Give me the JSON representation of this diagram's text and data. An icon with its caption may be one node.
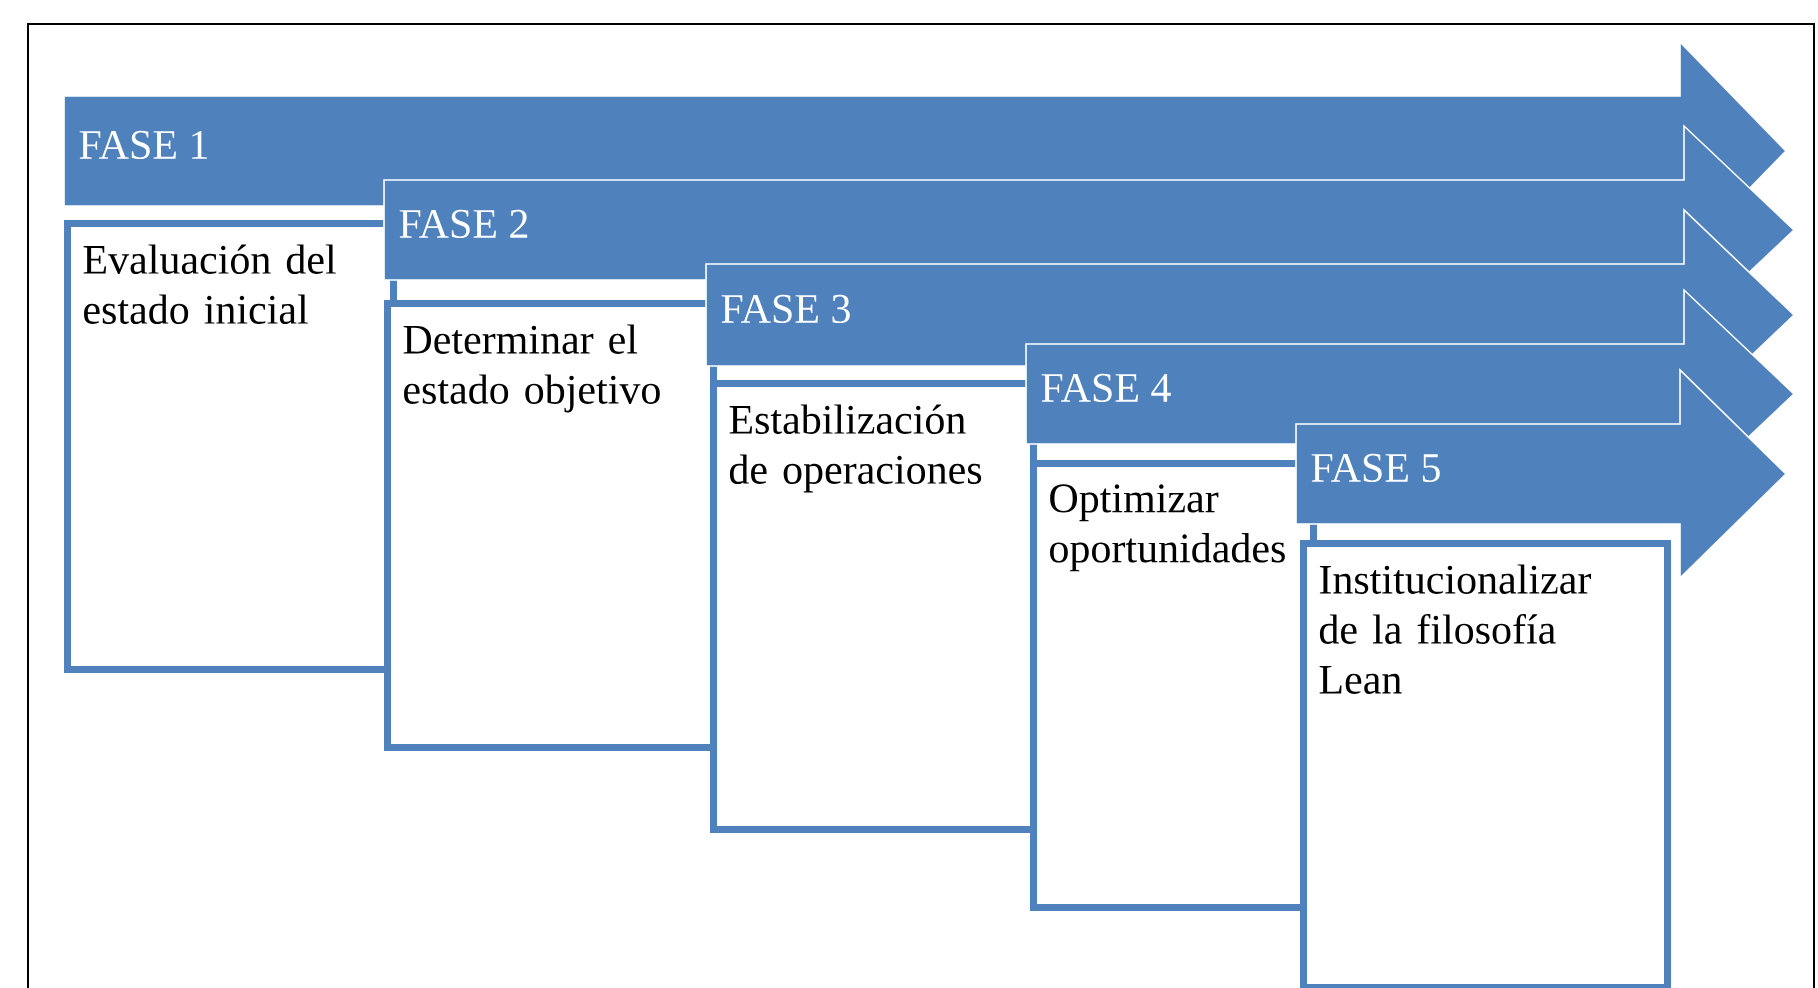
{
  "diagram": {
    "nodes": [
      {
        "text": [
          "FASE 1"
        ]
      },
      {
        "text": [
          "Evaluación del estado inicial"
        ]
      },
      {
        "text": [
          "FASE 2"
        ]
      },
      {
        "text": [
          "Determinar el estado objetivo"
        ]
      },
      {
        "text": [
          "FASE 3"
        ]
      },
      {
        "text": [
          "Estabilización de operaciones"
        ]
      },
      {
        "text": [
          "FASE 4"
        ]
      },
      {
        "text": [
          "Optimizar oportunidades"
        ]
      },
      {
        "text": [
          "FASE 5"
        ]
      },
      {
        "text": [
          "Institucionalizar de la filosofía Lean"
        ]
      }
    ]
  }
}
